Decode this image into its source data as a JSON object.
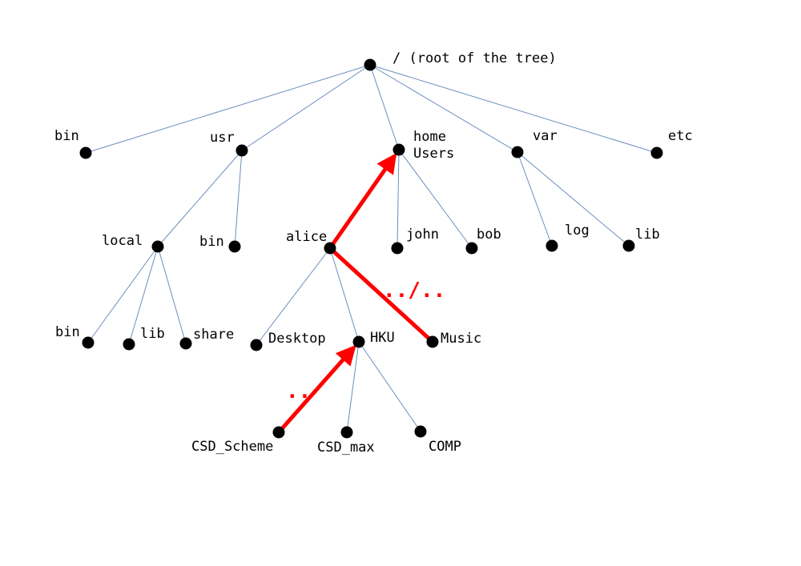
{
  "diagram": {
    "type": "directory-tree",
    "nodes": {
      "root": {
        "label": "/ (root of the tree)"
      },
      "bin": {
        "label": "bin"
      },
      "usr": {
        "label": "usr"
      },
      "home": {
        "label": "home"
      },
      "home_alt": {
        "label": "Users"
      },
      "var": {
        "label": "var"
      },
      "etc": {
        "label": "etc"
      },
      "usr_local": {
        "label": "local"
      },
      "usr_bin": {
        "label": "bin"
      },
      "alice": {
        "label": "alice"
      },
      "john": {
        "label": "john"
      },
      "bob": {
        "label": "bob"
      },
      "var_log": {
        "label": "log"
      },
      "var_lib": {
        "label": "lib"
      },
      "local_bin": {
        "label": "bin"
      },
      "local_lib": {
        "label": "lib"
      },
      "local_share": {
        "label": "share"
      },
      "desktop": {
        "label": "Desktop"
      },
      "hku": {
        "label": "HKU"
      },
      "music": {
        "label": "Music"
      },
      "csd_scheme": {
        "label": "CSD_Scheme"
      },
      "csd_max": {
        "label": "CSD_max"
      },
      "comp": {
        "label": "COMP"
      }
    },
    "edges": [
      [
        "root",
        "bin"
      ],
      [
        "root",
        "usr"
      ],
      [
        "root",
        "home"
      ],
      [
        "root",
        "var"
      ],
      [
        "root",
        "etc"
      ],
      [
        "usr",
        "usr_local"
      ],
      [
        "usr",
        "usr_bin"
      ],
      [
        "home",
        "alice"
      ],
      [
        "home",
        "john"
      ],
      [
        "home",
        "bob"
      ],
      [
        "var",
        "var_log"
      ],
      [
        "var",
        "var_lib"
      ],
      [
        "usr_local",
        "local_bin"
      ],
      [
        "usr_local",
        "local_lib"
      ],
      [
        "usr_local",
        "local_share"
      ],
      [
        "alice",
        "desktop"
      ],
      [
        "alice",
        "hku"
      ],
      [
        "alice",
        "music"
      ],
      [
        "hku",
        "csd_scheme"
      ],
      [
        "hku",
        "csd_max"
      ],
      [
        "hku",
        "comp"
      ]
    ],
    "relative_paths": [
      {
        "from": "csd_scheme",
        "to": "hku",
        "label": "..",
        "arrow": true
      },
      {
        "from": "music",
        "to": "alice",
        "label": "../..",
        "arrow": false
      },
      {
        "from": "alice",
        "to": "home",
        "label": "",
        "arrow": true
      }
    ],
    "colors": {
      "edge": "#6c8ebf",
      "node": "#000000",
      "highlight": "#ff0000"
    }
  }
}
